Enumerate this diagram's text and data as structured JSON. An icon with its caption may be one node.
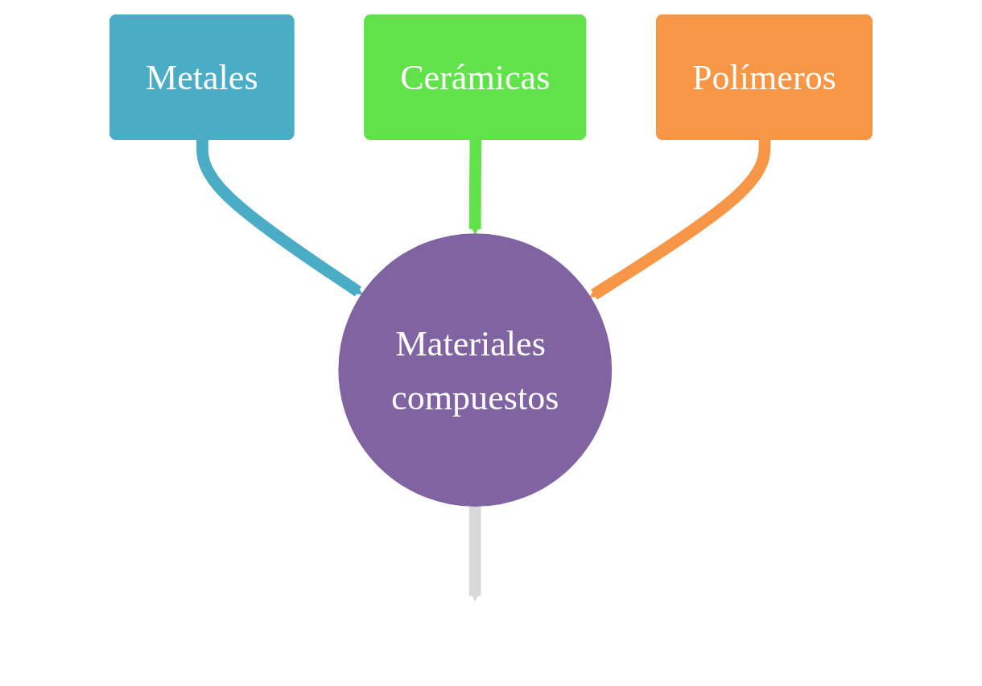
{
  "diagram": {
    "nodes": [
      {
        "text": [
          "Cerámicas"
        ]
      },
      {
        "text": [
          "Metales"
        ]
      },
      {
        "text": [
          "Polímeros"
        ]
      },
      {
        "text": [
          "Materiales compuestos"
        ]
      }
    ],
    "edges": [
      {
        "from": 1,
        "to": 3,
        "arrow": "to",
        "color": "#4bacc6"
      },
      {
        "from": 0,
        "to": 3,
        "arrow": "to",
        "color": "#62e24a"
      },
      {
        "from": 2,
        "to": 3,
        "arrow": "to",
        "color": "#f79646"
      },
      {
        "from": 3,
        "to": null,
        "arrow": "to",
        "color": "#d9d9d9"
      }
    ]
  }
}
